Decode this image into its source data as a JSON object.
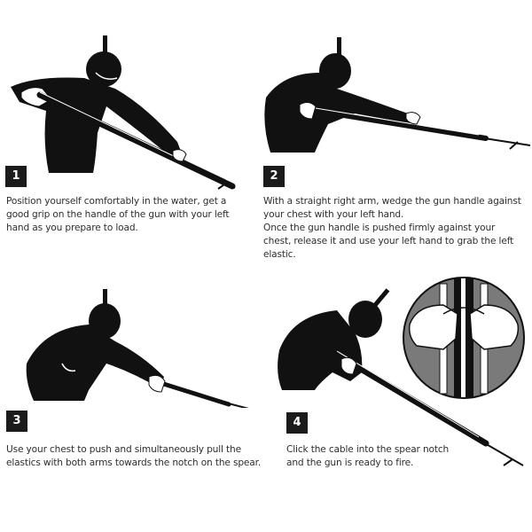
{
  "steps": [
    {
      "number": "1",
      "text": "Position yourself comfortably in the water, get a good grip on the handle of the gun with your left hand   as you prepare to load."
    },
    {
      "number": "2",
      "text": "With a straight right arm, wedge the gun handle against your chest with your left hand.",
      "text2": "Once the gun handle is pushed firmly against your chest, release it and use your left hand to grab the left elastic."
    },
    {
      "number": "3",
      "text": "Use your chest to push and simultaneously pull the elastics with both arms towards the notch on the spear."
    },
    {
      "number": "4",
      "text": "Click the cable into the spear notch and the gun is ready to fire."
    }
  ],
  "colors": {
    "figure": "#111111",
    "badge": "#1b1b1b",
    "inset_bg": "#7a7a7a",
    "text": "#2e2e2e"
  }
}
